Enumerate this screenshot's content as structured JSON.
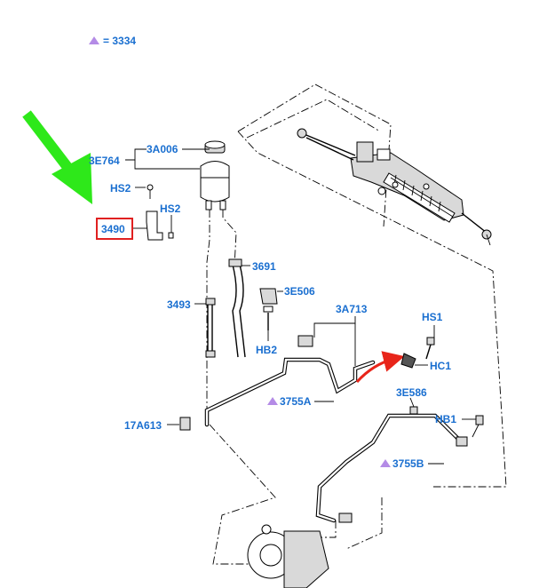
{
  "legend": {
    "symbol": "triangle-icon",
    "text": "= 3334",
    "symbol_color": "#b48be6"
  },
  "callouts": [
    {
      "id": "3E764",
      "text": "3E764"
    },
    {
      "id": "3A006",
      "text": "3A006"
    },
    {
      "id": "HS2a",
      "text": "HS2"
    },
    {
      "id": "HS2b",
      "text": "HS2"
    },
    {
      "id": "3490",
      "text": "3490",
      "highlighted": true
    },
    {
      "id": "3691",
      "text": "3691"
    },
    {
      "id": "3E506",
      "text": "3E506"
    },
    {
      "id": "3493",
      "text": "3493"
    },
    {
      "id": "HB2",
      "text": "HB2"
    },
    {
      "id": "3A713",
      "text": "3A713"
    },
    {
      "id": "HS1",
      "text": "HS1"
    },
    {
      "id": "HC1",
      "text": "HC1"
    },
    {
      "id": "3755A",
      "text": "3755A",
      "marker": true
    },
    {
      "id": "3E586",
      "text": "3E586"
    },
    {
      "id": "HB1",
      "text": "HB1"
    },
    {
      "id": "17A613",
      "text": "17A613"
    },
    {
      "id": "3755B",
      "text": "3755B",
      "marker": true
    }
  ],
  "colors": {
    "label": "#1a6fd0",
    "highlight_box": "#e02020",
    "pointer_arrow": "#2ee81a",
    "flow_arrow": "#e8251a",
    "marker": "#b48be6"
  }
}
